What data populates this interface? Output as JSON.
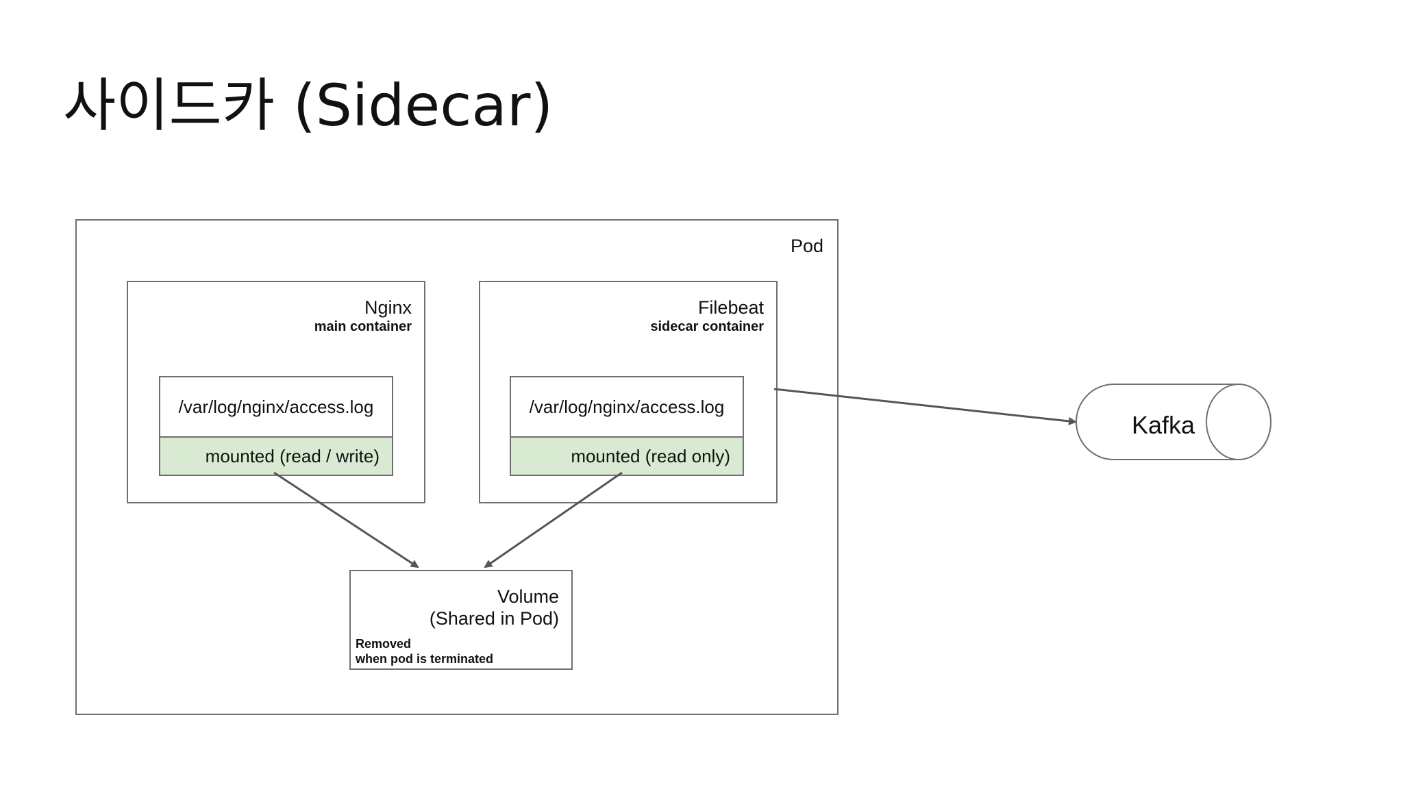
{
  "title": "사이드카 (Sidecar)",
  "pod": {
    "label": "Pod"
  },
  "nginx": {
    "name": "Nginx",
    "role": "main container",
    "log_path": "/var/log/nginx/access.log",
    "mount": "mounted (read / write)"
  },
  "filebeat": {
    "name": "Filebeat",
    "role": "sidecar container",
    "log_path": "/var/log/nginx/access.log",
    "mount": "mounted (read only)"
  },
  "volume": {
    "title": "Volume",
    "subtitle": "(Shared in Pod)",
    "note_line1": "Removed",
    "note_line2": "when pod is terminated"
  },
  "kafka": {
    "label": "Kafka"
  },
  "colors": {
    "border": "#6f6f6f",
    "mount_fill": "#d9ead3",
    "arrow": "#555555"
  }
}
